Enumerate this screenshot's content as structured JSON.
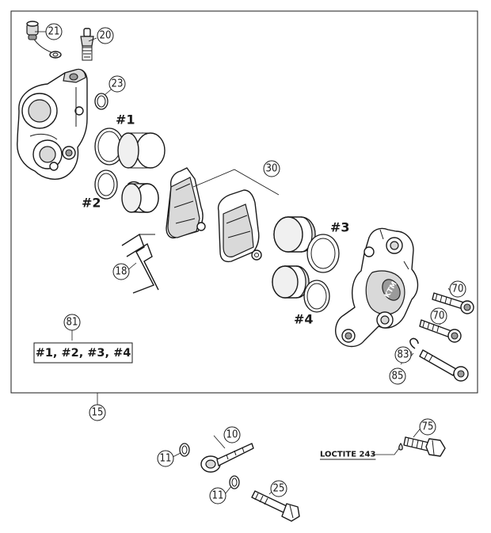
{
  "callouts": {
    "c21": "21",
    "c20": "20",
    "c23": "23",
    "c30": "30",
    "c18": "18",
    "c81": "81",
    "c70a": "70",
    "c70b": "70",
    "c83": "83",
    "c85": "85",
    "c15": "15",
    "c10": "10",
    "c11a": "11",
    "c11b": "11",
    "c25": "25",
    "c75": "75"
  },
  "tags": {
    "t1": "#1",
    "t2": "#2",
    "t3": "#3",
    "t4": "#4"
  },
  "kit_label": "#1, #2, #3, #4",
  "loctite_label": "LOCTITE 243",
  "logo": "KTM"
}
